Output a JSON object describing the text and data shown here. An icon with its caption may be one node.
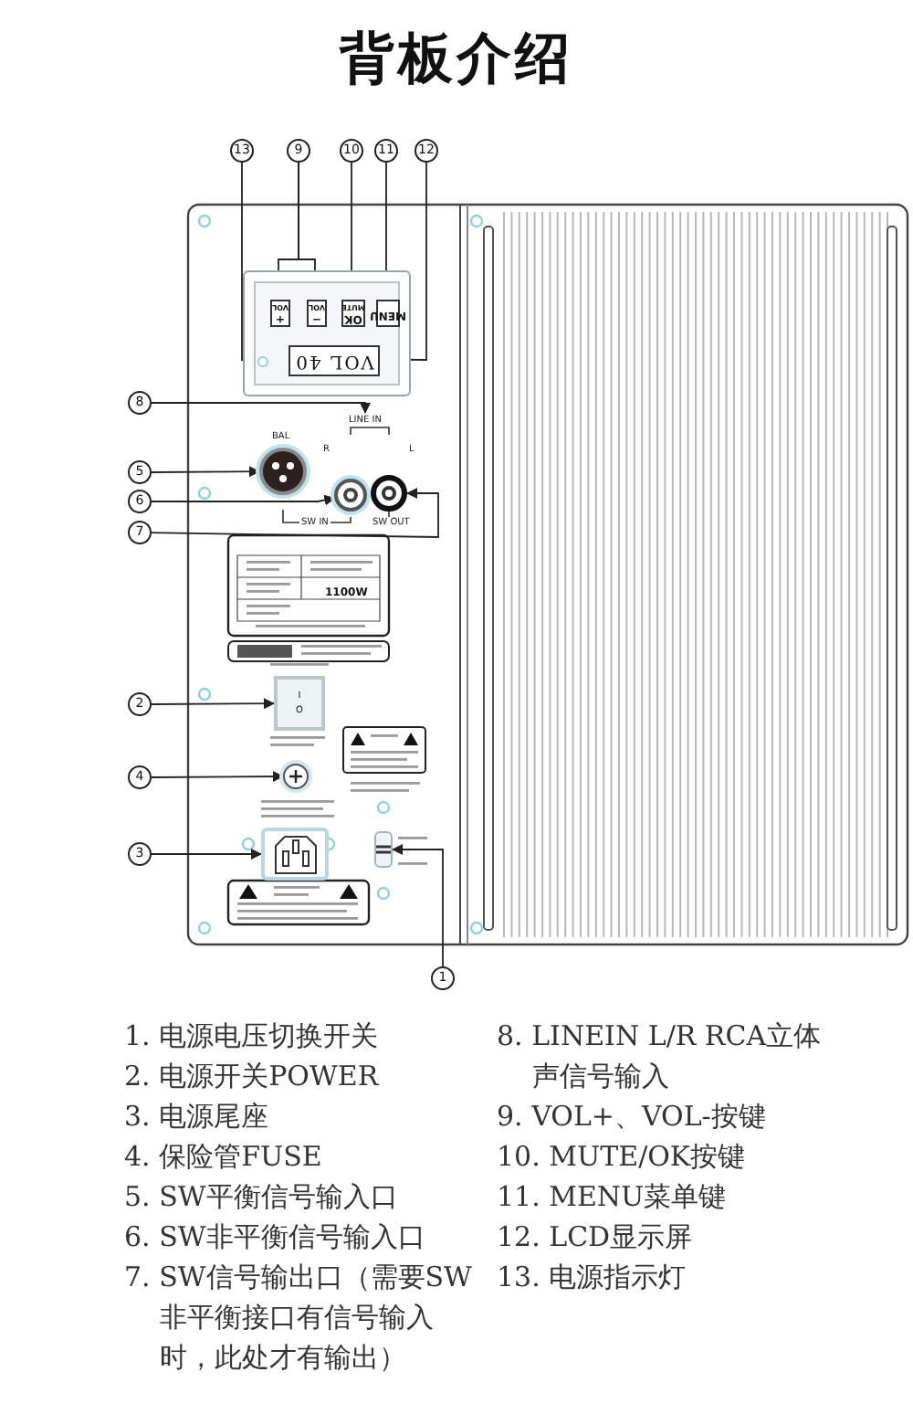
{
  "diagram": {
    "title": "背板介绍",
    "nodes": [
      {
        "text": [
          "13"
        ]
      },
      {
        "text": [
          "9"
        ]
      },
      {
        "text": [
          "10"
        ]
      },
      {
        "text": [
          "11"
        ]
      },
      {
        "text": [
          "12"
        ]
      },
      {
        "text": [
          "8"
        ]
      },
      {
        "text": [
          "5"
        ]
      },
      {
        "text": [
          "6"
        ]
      },
      {
        "text": [
          "7"
        ]
      },
      {
        "text": [
          "2"
        ]
      },
      {
        "text": [
          "4"
        ]
      },
      {
        "text": [
          "3"
        ]
      },
      {
        "text": [
          "1"
        ]
      },
      {
        "text": [],
        "shape": "box"
      },
      {
        "text": [
          "+",
          "VOL"
        ],
        "in": 13
      },
      {
        "text": [
          "−",
          "VOL"
        ],
        "in": 13
      },
      {
        "text": [
          "OK",
          "MUTE"
        ],
        "in": 13
      },
      {
        "text": [
          "MENU"
        ],
        "in": 13
      },
      {
        "text": [
          "VOL 40"
        ],
        "in": 13
      },
      {
        "text": [],
        "shape": "circle",
        "in": 13
      },
      {
        "text": [
          "LINE IN"
        ]
      },
      {
        "text": [],
        "shape": "circle",
        "beside": [
          "BAL"
        ]
      },
      {
        "text": [],
        "shape": "circle"
      },
      {
        "text": [],
        "shape": "circle",
        "beside": [
          "SW OUT"
        ]
      },
      {
        "text": [
          "I",
          "O"
        ]
      },
      {
        "text": [],
        "shape": "circle"
      },
      {
        "text": [],
        "shape": "box"
      },
      {
        "text": [],
        "shape": "box"
      }
    ],
    "edges": [
      {
        "from": 0,
        "to": 19,
        "arrow": "to"
      },
      {
        "from": 1,
        "to": 14,
        "arrow": "to"
      },
      {
        "from": 1,
        "to": 15,
        "arrow": "to"
      },
      {
        "from": 2,
        "to": 16,
        "arrow": "to"
      },
      {
        "from": 3,
        "to": 17,
        "arrow": "to"
      },
      {
        "from": 4,
        "to": 18,
        "arrow": "to"
      },
      {
        "from": 5,
        "to": 20,
        "arrow": "to"
      },
      {
        "from": 6,
        "to": 21,
        "arrow": "to"
      },
      {
        "from": 7,
        "to": 22,
        "arrow": "to"
      },
      {
        "from": 8,
        "to": 23,
        "arrow": "to"
      },
      {
        "from": 9,
        "to": 24,
        "arrow": "to"
      },
      {
        "from": 10,
        "to": 25,
        "arrow": "to"
      },
      {
        "from": 11,
        "to": 26,
        "arrow": "to"
      },
      {
        "from": 12,
        "to": 27,
        "arrow": "to"
      }
    ],
    "labels": [
      "R",
      "L",
      "SW IN",
      "1100W",
      "1. 电源电压切换开关",
      "2. 电源开关POWER",
      "3. 电源尾座",
      "4. 保险管FUSE",
      "5. SW平衡信号输入口",
      "6. SW非平衡信号输入口",
      "7. SW信号输出口（需要SW非平衡接口有信号输入时，此处才有输出）",
      "8. LINEIN L/R RCA立体声信号输入",
      "9. VOL+、VOL-按键",
      "10. MUTE/OK按键",
      "11. MENU菜单键",
      "12. LCD显示屏",
      "13. 电源指示灯"
    ]
  }
}
